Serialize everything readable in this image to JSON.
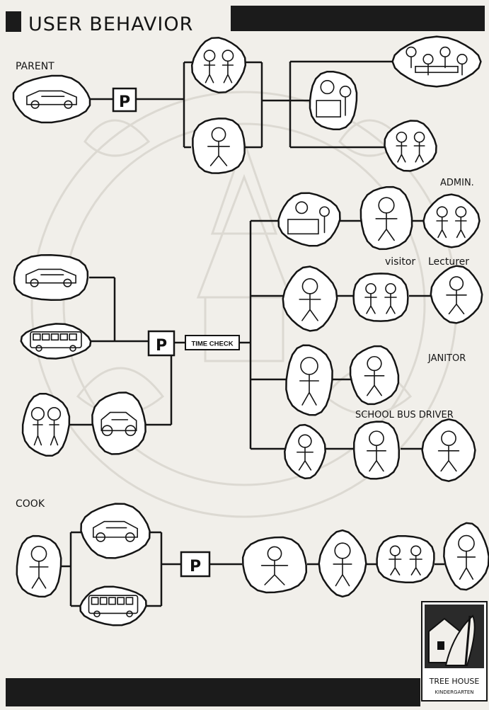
{
  "title": "USER BEHAVIOR",
  "role_labels": {
    "parent": "PARENT",
    "admin": "ADMIN.",
    "visitor": "visitor",
    "lecturer": "Lecturer",
    "janitor": "JANITOR",
    "bus_driver": "SCHOOL BUS DRIVER",
    "cook": "COOK"
  },
  "parking_label": "P",
  "time_check_label": "TIME CHECK",
  "logo": {
    "line1": "TREE HOUSE",
    "line2": "KINDERGARTEN"
  },
  "illustrations": [
    "parent-car",
    "parent-greeting-teacher",
    "parent-seated",
    "classroom-group",
    "reception-desk",
    "parent-consulting",
    "admin-reception-desk",
    "admin-at-desk",
    "admin-talking-pair",
    "staff-car",
    "staff-bus",
    "staff-walking-with-child",
    "staff-van",
    "visitor-seated",
    "visitor-talking-pair",
    "lecturer-pointing",
    "janitor-sweeping",
    "janitor-cleaning",
    "driver-with-child",
    "driver-checking-bus",
    "driver-repairing",
    "cook-walking",
    "cook-car",
    "cook-bus",
    "cook-baking",
    "cook-chef",
    "cook-serving",
    "cook-washing"
  ],
  "colors": {
    "ink": "#151515",
    "paper": "#f1efea",
    "bar": "#1b1b1b",
    "watermark": "#d9d6cf"
  }
}
